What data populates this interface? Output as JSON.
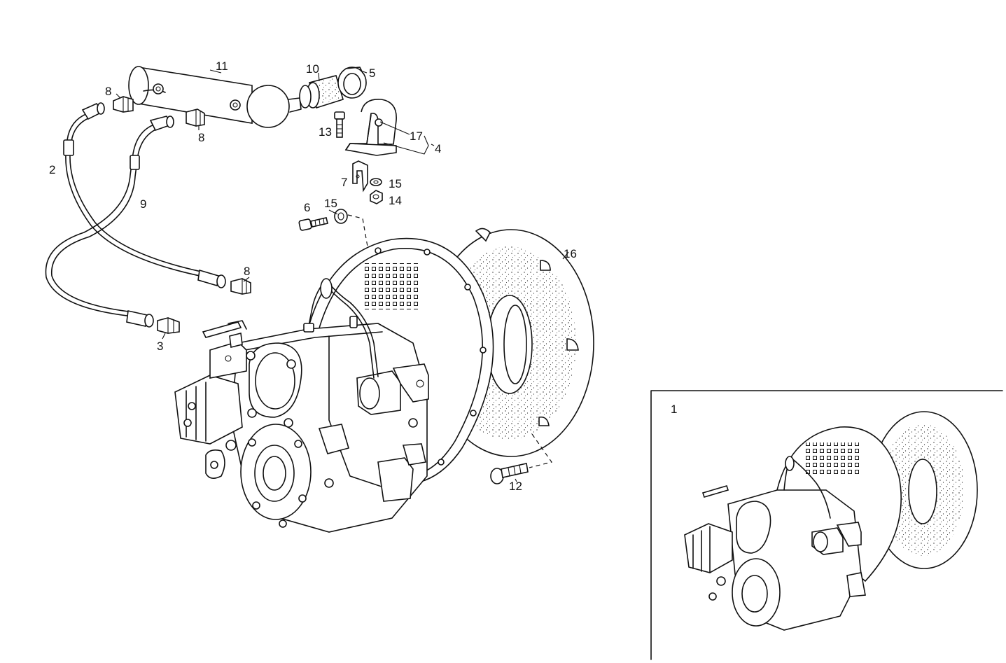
{
  "callouts": [
    {
      "id": "c1",
      "label": "1"
    },
    {
      "id": "c2",
      "label": "2"
    },
    {
      "id": "c3",
      "label": "3"
    },
    {
      "id": "c4",
      "label": "4"
    },
    {
      "id": "c5",
      "label": "5"
    },
    {
      "id": "c6",
      "label": "6"
    },
    {
      "id": "c7",
      "label": "7"
    },
    {
      "id": "c8a",
      "label": "8"
    },
    {
      "id": "c8b",
      "label": "8"
    },
    {
      "id": "c8c",
      "label": "8"
    },
    {
      "id": "c9",
      "label": "9"
    },
    {
      "id": "c10",
      "label": "10"
    },
    {
      "id": "c11",
      "label": "11"
    },
    {
      "id": "c12",
      "label": "12"
    },
    {
      "id": "c13",
      "label": "13"
    },
    {
      "id": "c14",
      "label": "14"
    },
    {
      "id": "c15a",
      "label": "15"
    },
    {
      "id": "c15b",
      "label": "15"
    },
    {
      "id": "c16",
      "label": "16"
    },
    {
      "id": "c17",
      "label": "17"
    }
  ]
}
